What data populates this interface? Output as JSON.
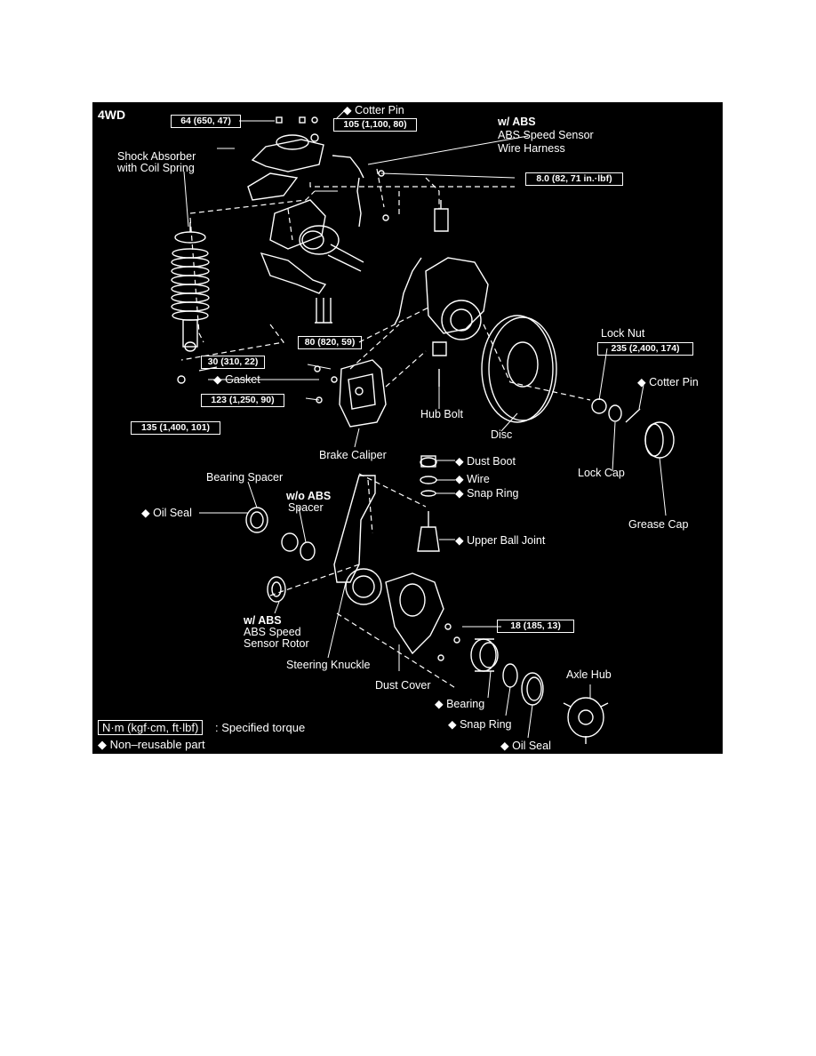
{
  "figure": {
    "title": "4WD",
    "labels": {
      "cotter_pin_top": "Cotter Pin",
      "w_abs_top": "w/ ABS",
      "abs_speed_sensor": "ABS Speed Sensor",
      "wire_harness": "Wire Harness",
      "shock_absorber": "Shock Absorber",
      "with_coil_spring": "with Coil Spring",
      "lock_nut": "Lock Nut",
      "cotter_pin_right": "Cotter Pin",
      "gasket": "Gasket",
      "hub_bolt": "Hub Bolt",
      "disc": "Disc",
      "brake_caliper": "Brake Caliper",
      "dust_boot": "Dust Boot",
      "wire": "Wire",
      "snap_ring_upper": "Snap Ring",
      "upper_ball_joint": "Upper Ball Joint",
      "lock_cap": "Lock Cap",
      "grease_cap": "Grease Cap",
      "bearing_spacer": "Bearing Spacer",
      "wo_abs": "w/o ABS",
      "spacer": "Spacer",
      "oil_seal_left": "Oil Seal",
      "w_abs_bottom": "w/ ABS",
      "abs_speed": "ABS Speed",
      "sensor_rotor": "Sensor Rotor",
      "steering_knuckle": "Steering Knuckle",
      "dust_cover": "Dust Cover",
      "bearing": "Bearing",
      "snap_ring_lower": "Snap Ring",
      "oil_seal_bottom": "Oil Seal",
      "axle_hub": "Axle Hub"
    },
    "torques": {
      "t64": "64 (650, 47)",
      "t105": "105 (1,100, 80)",
      "t8": "8.0 (82, 71 in.·lbf)",
      "t80": "80 (820, 59)",
      "t235": "235 (2,400, 174)",
      "t30": "30 (310, 22)",
      "t123": "123 (1,250, 90)",
      "t135": "135 (1,400, 101)",
      "t18": "18 (185, 13)"
    },
    "legend": {
      "unit_box": "N·m (kgf·cm, ft·lbf)",
      "unit_text": ": Specified torque",
      "non_reusable": "Non–reusable part"
    }
  }
}
